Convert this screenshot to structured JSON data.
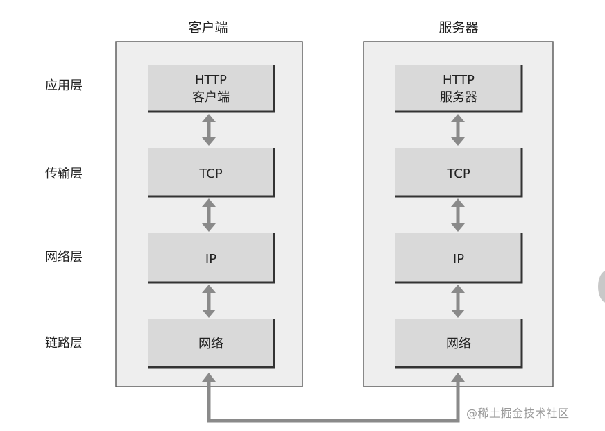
{
  "columns": {
    "client": {
      "title": "客户端"
    },
    "server": {
      "title": "服务器"
    }
  },
  "layers": [
    {
      "label": "应用层"
    },
    {
      "label": "传输层"
    },
    {
      "label": "网络层"
    },
    {
      "label": "链路层"
    }
  ],
  "client_boxes": [
    {
      "line1": "HTTP",
      "line2": "客户端"
    },
    {
      "line1": "TCP",
      "line2": ""
    },
    {
      "line1": "IP",
      "line2": ""
    },
    {
      "line1": "网络",
      "line2": ""
    }
  ],
  "server_boxes": [
    {
      "line1": "HTTP",
      "line2": "服务器"
    },
    {
      "line1": "TCP",
      "line2": ""
    },
    {
      "line1": "IP",
      "line2": ""
    },
    {
      "line1": "网络",
      "line2": ""
    }
  ],
  "watermark": "@稀土掘金技术社区",
  "colors": {
    "panel_fill": "#eeeeee",
    "box_fill": "#d9d9d9",
    "arrow": "#8a8a8a",
    "border": "#555555",
    "shadow": "#333333",
    "text": "#222222"
  }
}
